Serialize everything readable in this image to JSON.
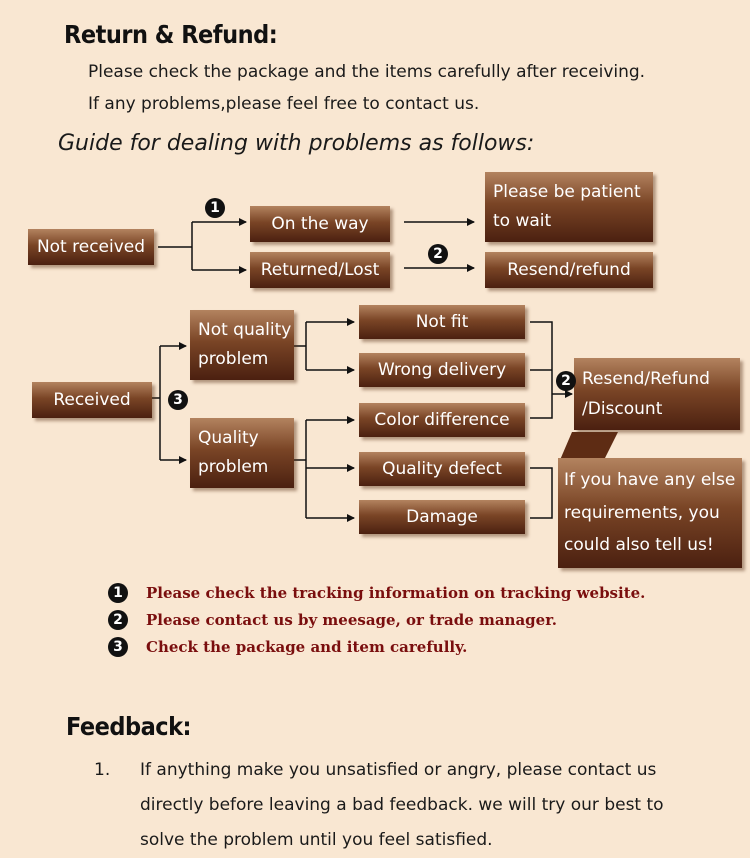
{
  "return": {
    "heading": "Return & Refund:",
    "line1": "Please check the package and the items carefully after receiving.",
    "line2": "If any problems,please feel free to contact us."
  },
  "guide": "Guide for dealing with problems as follows:",
  "flow": {
    "not_received": "Not received",
    "on_the_way": "On the way",
    "returned_lost": "Returned/Lost",
    "patient_1": "Please be patient",
    "patient_2": "to wait",
    "resend_refund": "Resend/refund",
    "received": "Received",
    "not_quality_1": "Not quality",
    "not_quality_2": "problem",
    "quality_1": "Quality",
    "quality_2": "problem",
    "not_fit": "Not fit",
    "wrong_delivery": "Wrong delivery",
    "color_difference": "Color difference",
    "quality_defect": "Quality defect",
    "damage": "Damage",
    "rrd_1": "Resend/Refund",
    "rrd_2": "/Discount",
    "else_1": "If you have any else",
    "else_2": "requirements, you",
    "else_3": "could also tell us!",
    "mark1": "1",
    "mark2": "2",
    "mark3": "3"
  },
  "notes": [
    {
      "num": "1",
      "text": "Please check the tracking information on tracking website."
    },
    {
      "num": "2",
      "text": "Please contact us by meesage, or trade manager."
    },
    {
      "num": "3",
      "text": "Check the package and item carefully."
    }
  ],
  "feedback": {
    "heading": "Feedback:",
    "num": "1.",
    "line1": "If anything make you unsatisfied or angry, please contact us",
    "line2": "directly before leaving a bad feedback. we will try our best to",
    "line3": "solve the problem until  you feel satisfied."
  }
}
